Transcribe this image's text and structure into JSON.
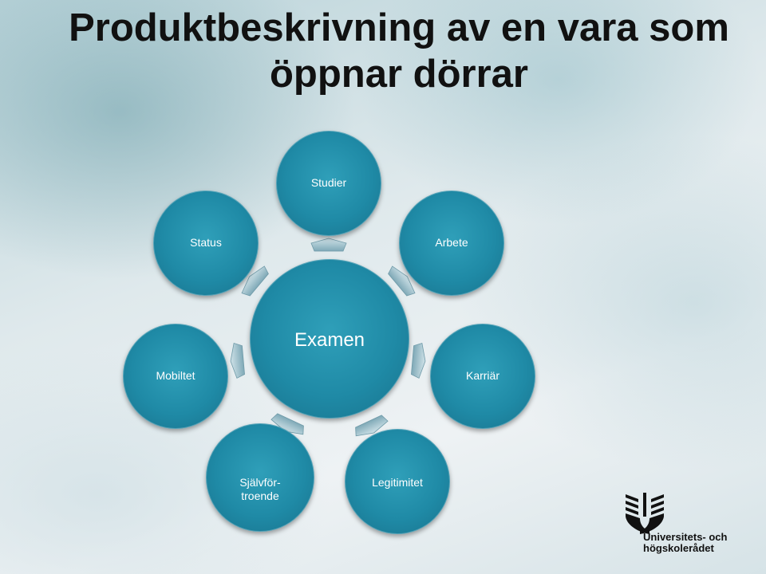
{
  "title": {
    "line1": "Produktbeskrivning av en vara som",
    "line2": "öppnar dörrar"
  },
  "diagram": {
    "center": "Examen",
    "nodes": {
      "studier": "Studier",
      "arbete": "Arbete",
      "karriar": "Karriär",
      "legitimitet": "Legitimitet",
      "sjalvfortroende_1": "Självför-",
      "sjalvfortroende_2": "troende",
      "mobiltet": "Mobiltet",
      "status": "Status"
    }
  },
  "logo": {
    "line1": "Universitets- och",
    "line2": "högskolerådet"
  },
  "colors": {
    "node_fill": "#1f8aa6",
    "arrow_fill": "#9fc3cf"
  }
}
